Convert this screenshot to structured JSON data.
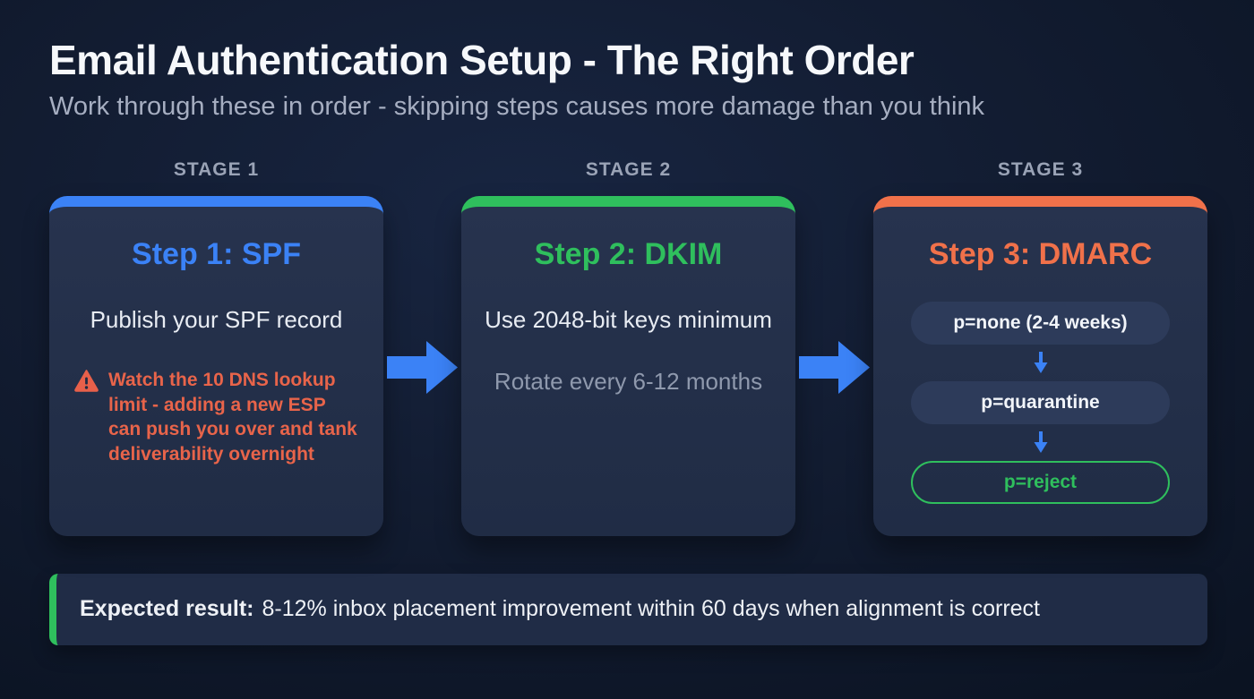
{
  "header": {
    "title": "Email Authentication Setup - The Right Order",
    "subtitle": "Work through these in order - skipping steps causes more damage than you think"
  },
  "stages": [
    {
      "label": "STAGE 1",
      "step_title": "Step 1: SPF",
      "description": "Publish your SPF record",
      "warning_text": "Watch the 10 DNS lookup limit - adding a new ESP can push you over and tank deliverability overnight"
    },
    {
      "label": "STAGE 2",
      "step_title": "Step 2: DKIM",
      "description": "Use 2048-bit keys minimum",
      "note": "Rotate every 6-12 months"
    },
    {
      "label": "STAGE 3",
      "step_title": "Step 3: DMARC",
      "policies": [
        "p=none (2-4 weeks)",
        "p=quarantine",
        "p=reject"
      ]
    }
  ],
  "footer": {
    "label": "Expected result:",
    "text": "8-12% inbox placement improvement within 60 days when alignment is correct"
  },
  "icons": {
    "warning": "warning-triangle-icon",
    "flow": "flow-arrow-right-icon",
    "step": "arrow-down-icon"
  },
  "colors": {
    "background": "#0f1829",
    "card": "#233049",
    "blue": "#3b82f6",
    "green": "#2fbf5d",
    "orange": "#f0714a",
    "warning": "#e8644a",
    "pill": "#2d3b5a",
    "muted": "#9aa3b6",
    "text": "#e9edf4",
    "subtitle": "#a6aec1",
    "banner": "#202c46"
  }
}
